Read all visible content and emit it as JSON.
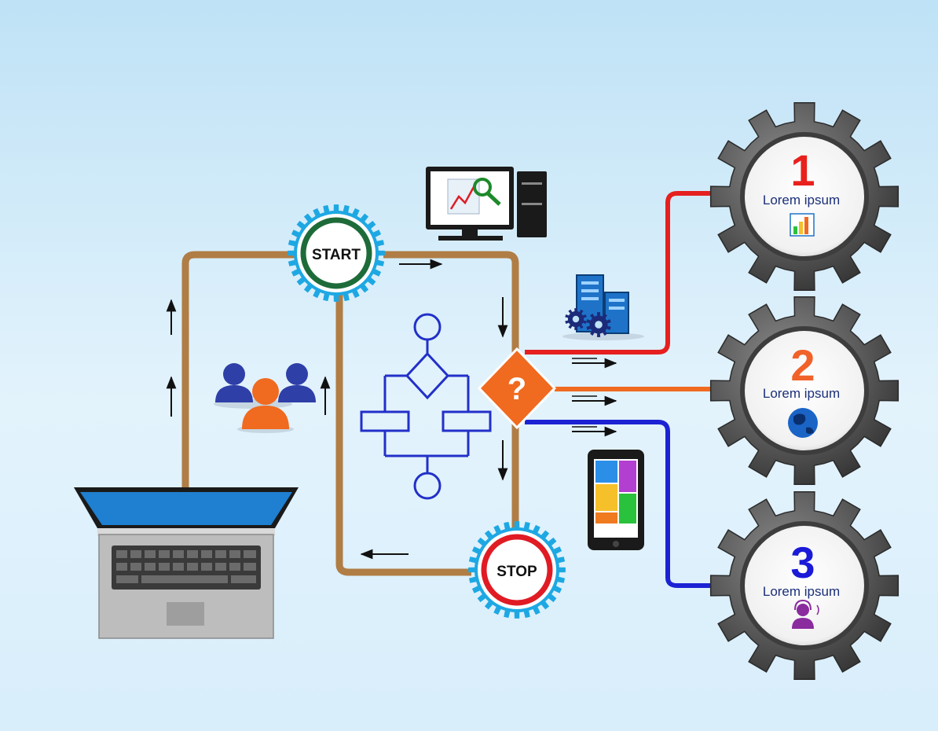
{
  "start_gear": {
    "label": "START"
  },
  "stop_gear": {
    "label": "STOP"
  },
  "decision": {
    "symbol": "?"
  },
  "steps": [
    {
      "number": "1",
      "text": "Lorem ipsum",
      "number_color": "#e8211d",
      "icon": "bar-chart-icon"
    },
    {
      "number": "2",
      "text": "Lorem ipsum",
      "number_color": "#f0622a",
      "icon": "globe-icon"
    },
    {
      "number": "3",
      "text": "Lorem ipsum",
      "number_color": "#1a1ad8",
      "icon": "headset-support-icon"
    }
  ],
  "colors": {
    "loop_path": "#b07d45",
    "gear_ring": "#1ea8e3",
    "start_ring": "#1e6b3a",
    "stop_ring": "#e01b24",
    "decision": "#f06a1f",
    "line_1": "#e5201f",
    "line_2": "#f06a1f",
    "line_3": "#1c22d4",
    "flowchart": "#2230c8",
    "people_blue": "#2f3fa8",
    "people_orange": "#f06a1f"
  }
}
